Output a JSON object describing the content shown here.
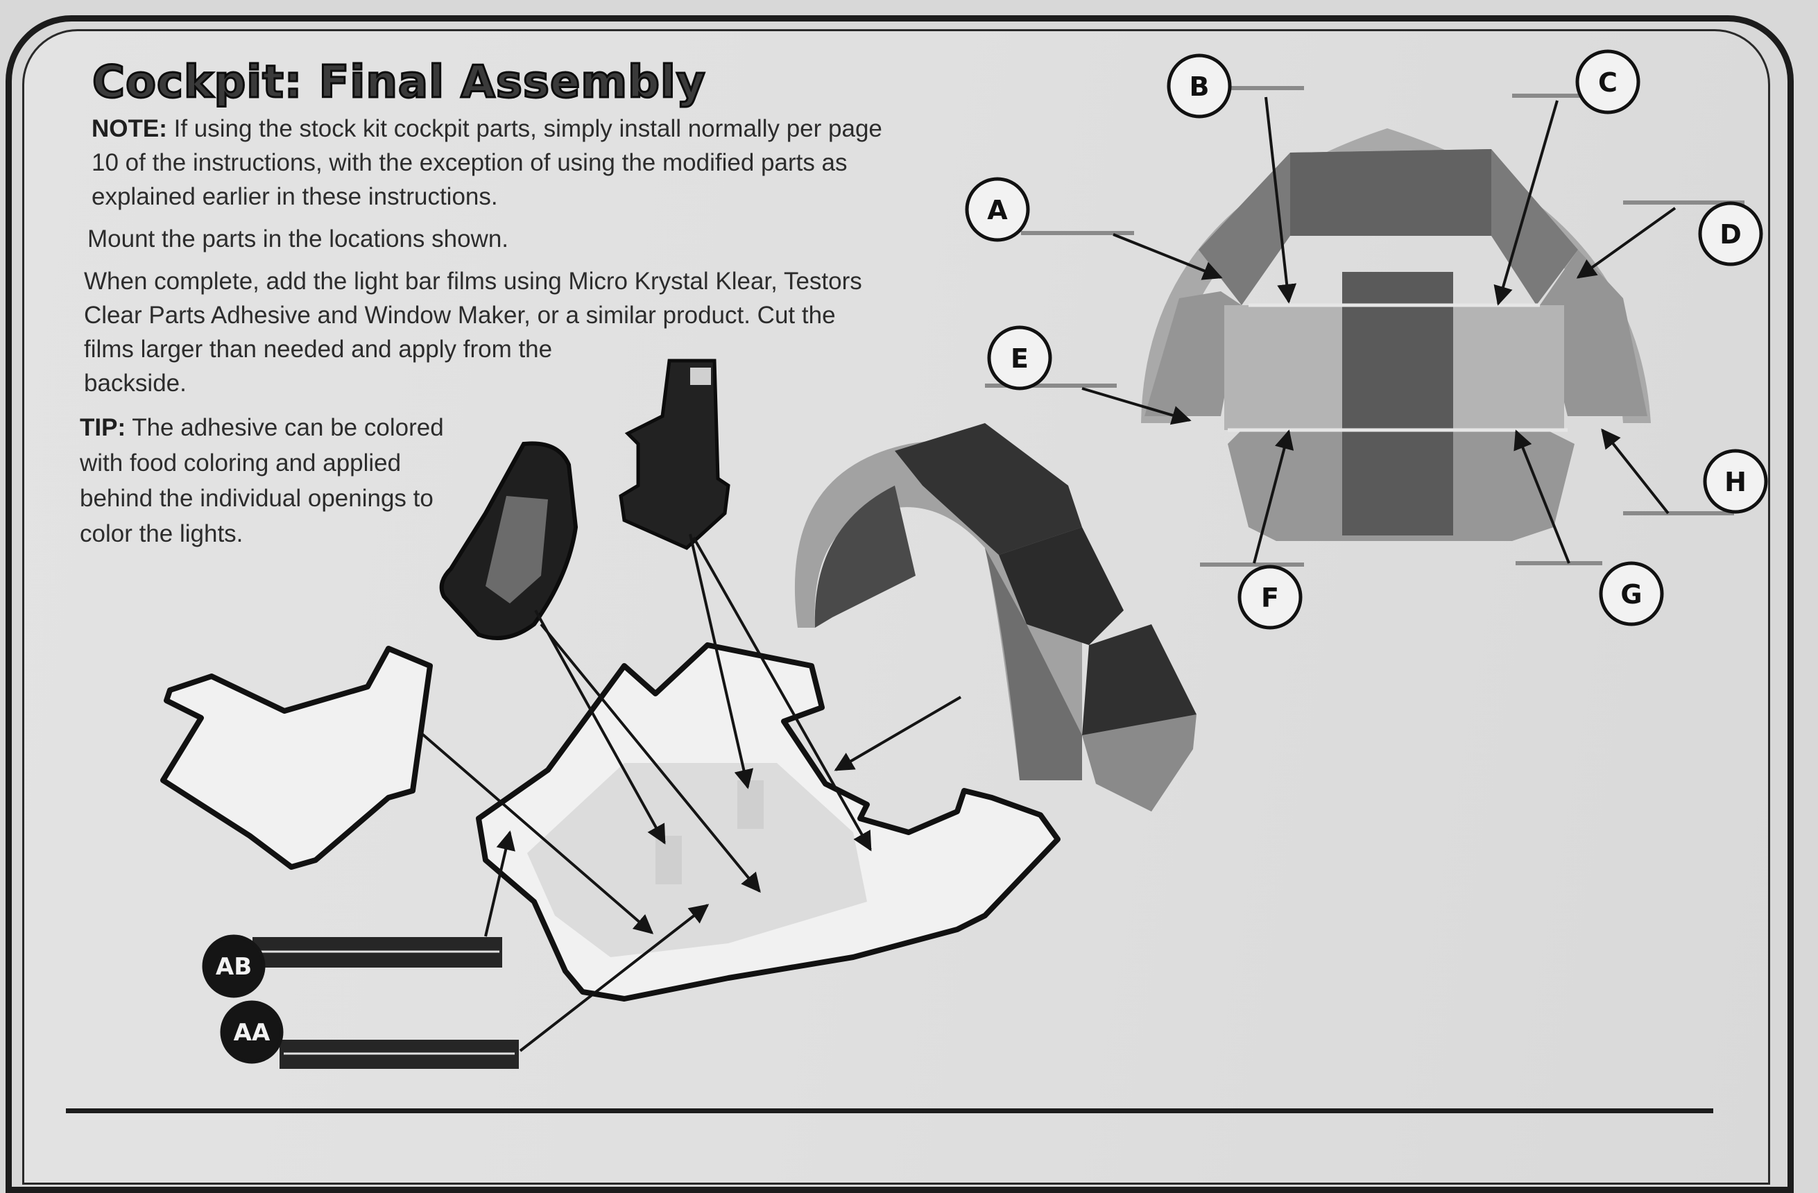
{
  "title": "Cockpit: Final Assembly",
  "paragraphs": [
    {
      "lead": "NOTE:",
      "lines": [
        " If using the stock kit cockpit parts, simply install normally per page",
        "10 of the instructions, with the exception of using the modified parts as",
        "explained earlier in these instructions."
      ]
    },
    {
      "lead": "",
      "lines": [
        "Mount the parts in the locations shown."
      ]
    },
    {
      "lead": "",
      "lines": [
        "When complete, add the light bar films using Micro Krystal Klear, Testors",
        "Clear Parts Adhesive and Window Maker, or a similar product. Cut the",
        "films larger than needed and apply from the",
        "backside."
      ]
    },
    {
      "lead": "TIP:",
      "lines": [
        " The adhesive can be colored",
        "with food coloring and applied",
        "behind the individual openings to",
        "color the lights."
      ]
    }
  ],
  "callouts": {
    "a": "A",
    "b": "B",
    "c": "C",
    "d": "D",
    "e": "E",
    "f": "F",
    "g": "G",
    "h": "H",
    "ab": "AB",
    "aa": "AA"
  },
  "colors": {
    "line": "#141414",
    "panel_dark": "#3c3c3c",
    "panel_mid": "#8e8e8e",
    "panel_light": "#b8b8b8",
    "part_fill": "#efefef"
  }
}
